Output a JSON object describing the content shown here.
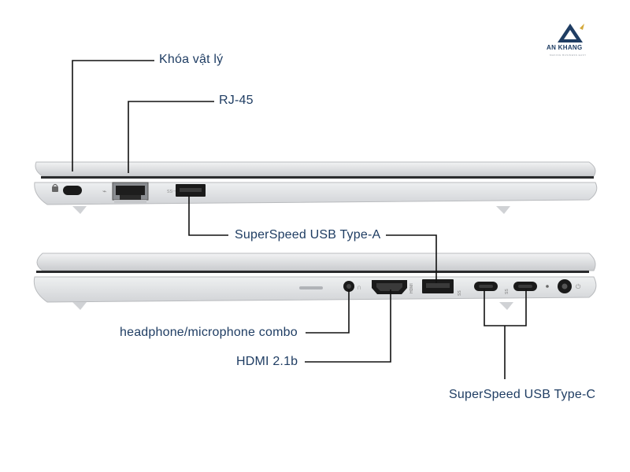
{
  "brand": {
    "name": "AN KHANG",
    "tagline": "MAKING BUSINESS EASY"
  },
  "callouts": {
    "lock": "Khóa vật lý",
    "rj45": "RJ-45",
    "usb_a": "SuperSpeed USB Type-A",
    "audio": "headphone/microphone combo",
    "hdmi": "HDMI 2.1b",
    "usb_c": "SuperSpeed USB Type-C"
  },
  "port_markings": {
    "hdmi": "HDMI",
    "usb_a_right": "SS",
    "usb_c_right": "SS"
  },
  "colors": {
    "label_text": "#1f3d63",
    "leader_line": "#111111",
    "chassis": "#e6e7e9",
    "brand_accent": "#d4a93a"
  }
}
